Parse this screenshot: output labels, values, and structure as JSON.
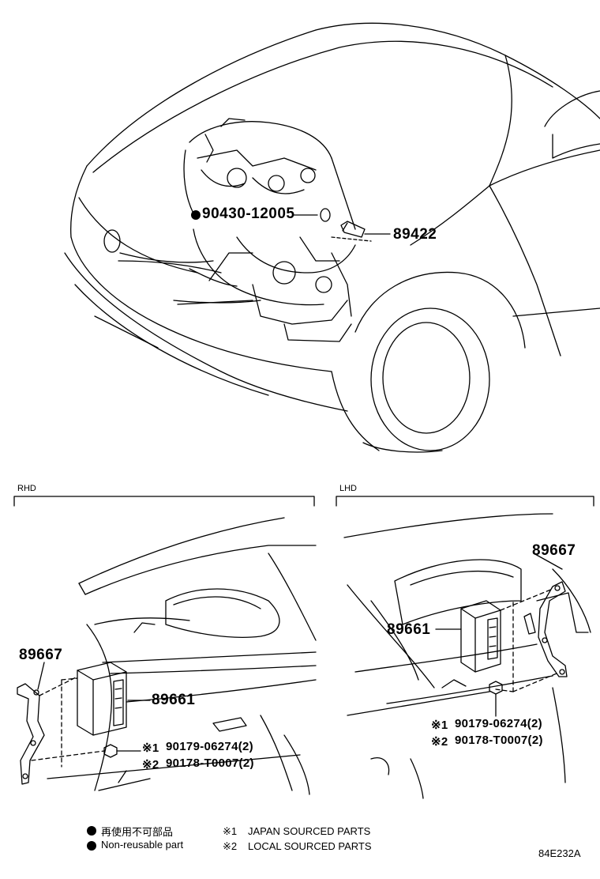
{
  "top": {
    "part_nonreusable": "90430-12005",
    "part_sensor": "89422"
  },
  "rhd": {
    "title": "RHD",
    "bracket": "89667",
    "ecu": "89661",
    "note1_mark": "※1",
    "note1": "90179-06274(2)",
    "note2_mark": "※2",
    "note2": "90178-T0007(2)"
  },
  "lhd": {
    "title": "LHD",
    "bracket": "89667",
    "ecu": "89661",
    "note1_mark": "※1",
    "note1": "90179-06274(2)",
    "note2_mark": "※2",
    "note2": "90178-T0007(2)"
  },
  "legend": {
    "nonreusable_jp": "再使用不可部品",
    "nonreusable_en": "Non-reusable part",
    "mark1": "※1",
    "mark1_text": "JAPAN SOURCED PARTS",
    "mark2": "※2",
    "mark2_text": "LOCAL SOURCED PARTS"
  },
  "figure_code": "84E232A"
}
